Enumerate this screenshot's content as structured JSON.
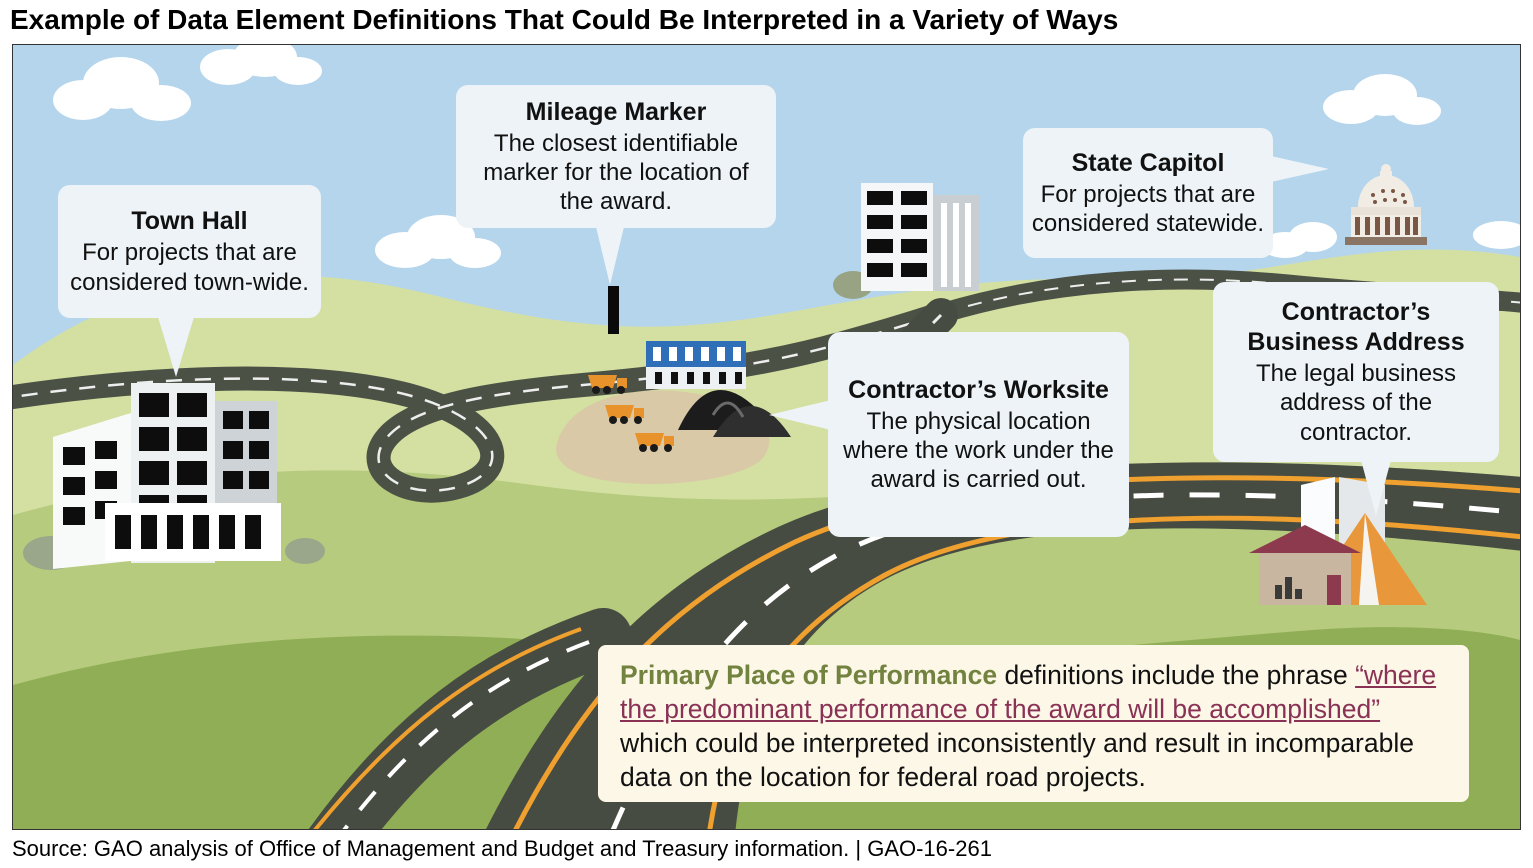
{
  "title": "Example of Data Element Definitions That Could Be Interpreted in a Variety of Ways",
  "callouts": {
    "town_hall": {
      "title": "Town Hall",
      "body": "For projects that are considered town-wide."
    },
    "mileage_marker": {
      "title": "Mileage Marker",
      "body": "The closest identifiable marker for the location of the award."
    },
    "state_capitol": {
      "title": "State Capitol",
      "body": "For projects that are considered statewide."
    },
    "worksite": {
      "title": "Contractor’s Worksite",
      "body": "The physical location where the work under the award is carried out."
    },
    "business_address": {
      "title": "Contractor’s Business Address",
      "body": "The legal business address of the contractor."
    }
  },
  "note": {
    "lead": "Primary Place of Performance",
    "middle": " definitions include the phrase ",
    "quote": "“where the predominant performance of the award will be accomplished”",
    "end": " which could be interpreted inconsistently and result in incomparable data on the location for federal road projects."
  },
  "source": "Source: GAO analysis of Office of Management and Budget and Treasury information.  |  GAO-16-261",
  "colors": {
    "sky": "#b4d5ec",
    "hill_light": "#d3e0a2",
    "hill_mid": "#b6cb7d",
    "hill_dark": "#8fae55",
    "road": "#474c42",
    "road_edge_orange": "#efa02f",
    "callout_bg": "#edf3f7",
    "note_bg": "#fcf7e6",
    "note_lead_green": "#72823f",
    "note_quote_maroon": "#8a3156"
  }
}
